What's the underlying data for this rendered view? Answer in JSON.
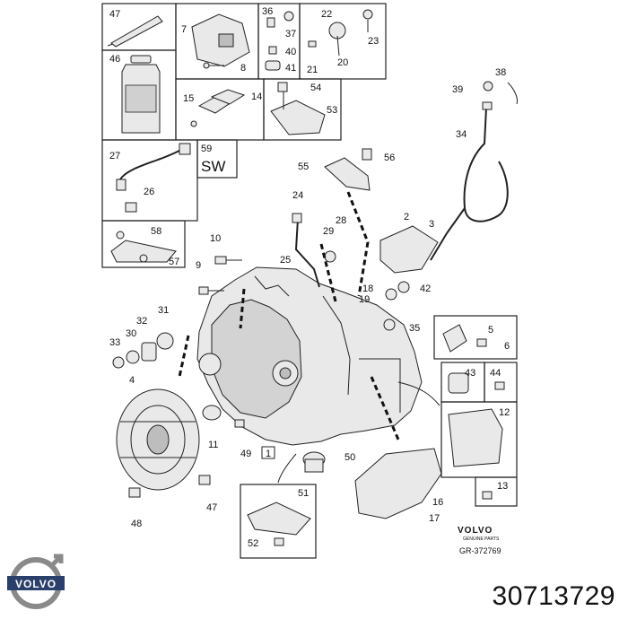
{
  "callouts": {
    "c1": "1",
    "c2": "2",
    "c3": "3",
    "c4": "4",
    "c5": "5",
    "c6": "6",
    "c7": "7",
    "c8": "8",
    "c9": "9",
    "c10": "10",
    "c11": "11",
    "c12": "12",
    "c13": "13",
    "c14": "14",
    "c15": "15",
    "c16": "16",
    "c17": "17",
    "c18": "18",
    "c19": "19",
    "c20": "20",
    "c21": "21",
    "c22": "22",
    "c23": "23",
    "c24": "24",
    "c25": "25",
    "c26": "26",
    "c27": "27",
    "c28": "28",
    "c29": "29",
    "c30": "30",
    "c31": "31",
    "c32": "32",
    "c33": "33",
    "c34": "34",
    "c35": "35",
    "c36": "36",
    "c37": "37",
    "c38": "38",
    "c39": "39",
    "c40": "40",
    "c41": "41",
    "c42": "42",
    "c43": "43",
    "c44": "44",
    "c46": "46",
    "c47a": "47",
    "c47b": "47",
    "c48": "48",
    "c49": "49",
    "c50": "50",
    "c51": "51",
    "c52": "52",
    "c53": "53",
    "c54": "54",
    "c55": "55",
    "c56": "56",
    "c57": "57",
    "c58": "58",
    "c59": "59"
  },
  "sw_label": "SW",
  "brand": {
    "name": "VOLVO",
    "sub": "GENUINE PARTS",
    "ref": "GR-372769"
  },
  "logo_text": "VOLVO",
  "part_number": "30713729"
}
